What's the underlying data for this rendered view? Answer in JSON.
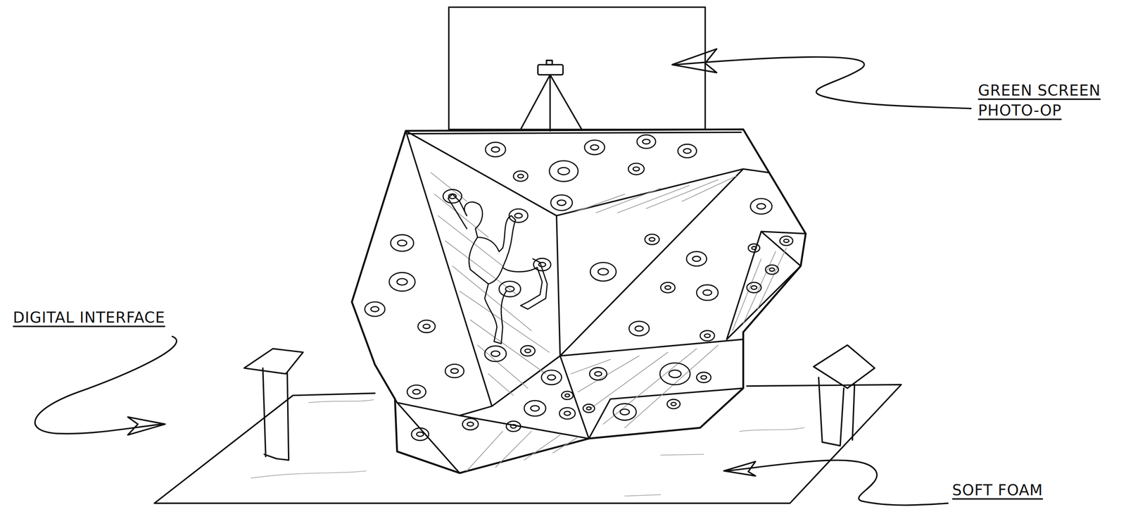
{
  "diagram": {
    "labels": [
      "GREEN SCREEN PHOTO-OP",
      "DIGITAL INTERFACE",
      "SOFT FOAM"
    ]
  }
}
